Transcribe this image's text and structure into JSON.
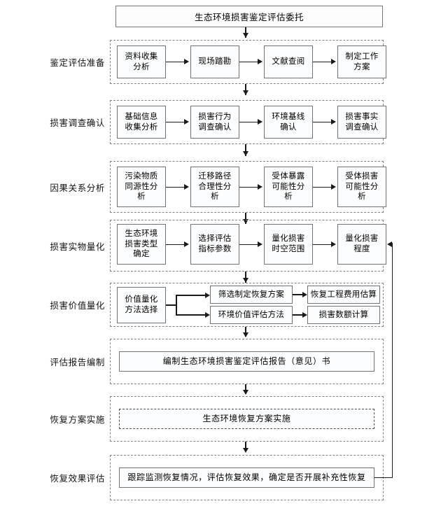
{
  "diagram": {
    "title": "生态环境损害鉴定评估委托",
    "stages": [
      {
        "label": "鉴定评估准备",
        "nodes": [
          "资料收集\n分析",
          "现场踏勘",
          "文献查阅",
          "制定工作\n方案"
        ]
      },
      {
        "label": "损害调查确认",
        "nodes": [
          "基础信息\n收集分析",
          "损害行为\n调查确认",
          "环境基线\n确认",
          "损害事实\n调查确认"
        ]
      },
      {
        "label": "因果关系分析",
        "nodes": [
          "污染物质\n同源性分\n析",
          "迁移路径\n合理性分\n析",
          "受体暴露\n可能性分\n析",
          "受体损害\n可能性分\n析"
        ]
      },
      {
        "label": "损害实物量化",
        "nodes": [
          "生态环境\n损害类型\n确定",
          "选择评估\n指标参数",
          "量化损害\n时空范围",
          "量化损害\n程度"
        ]
      },
      {
        "label": "损害价值量化",
        "nodes": [
          "价值量化\n方法选择",
          "筛选制定恢复方案",
          "恢复工程费用估算",
          "环境价值评估方法",
          "损害数额计算"
        ]
      },
      {
        "label": "评估报告编制",
        "nodes": [
          "编制生态环境损害鉴定评估报告（意见）书"
        ]
      },
      {
        "label": "恢复方案实施",
        "nodes": [
          "生态环境恢复方案实施"
        ]
      },
      {
        "label": "恢复效果评估",
        "nodes": [
          "跟踪监测恢复情况，评估恢复效果，确定是否开展补充性恢复"
        ]
      }
    ],
    "feedback_loop": "恢复效果评估 → 量化损害程度"
  }
}
